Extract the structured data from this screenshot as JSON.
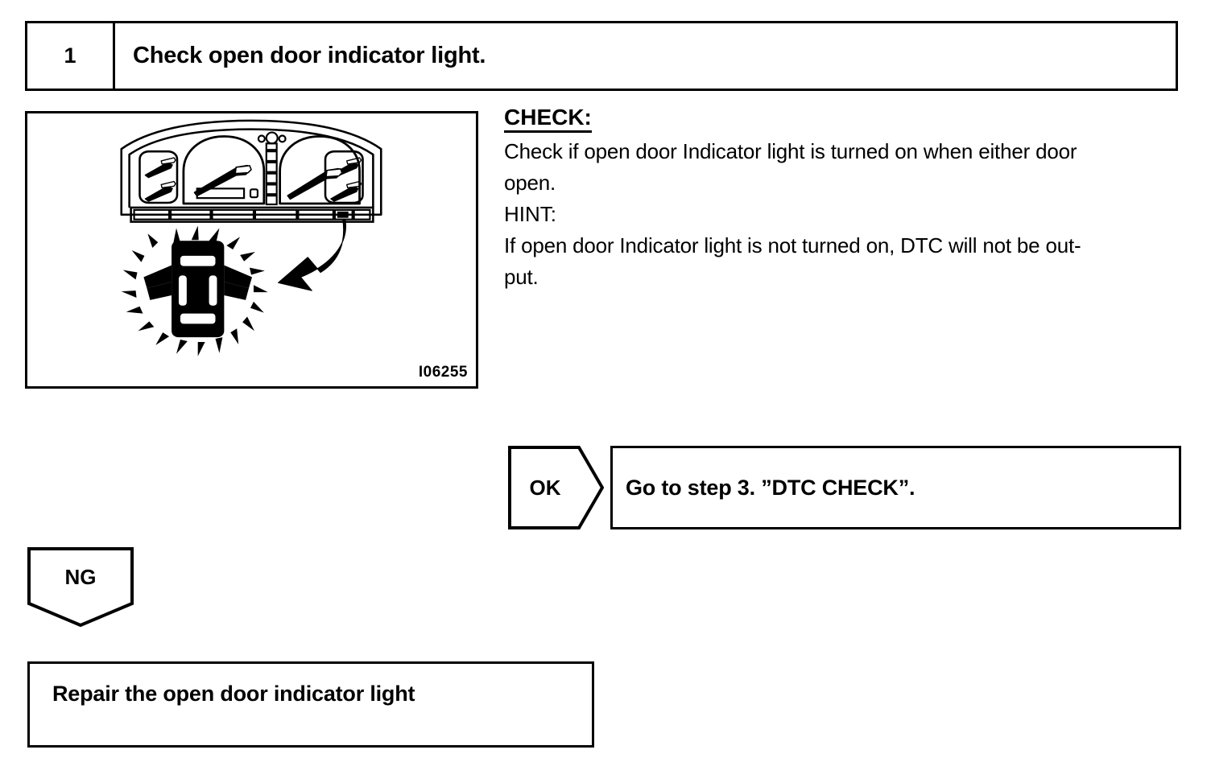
{
  "step": {
    "number": "1",
    "title": "Check open door indicator light."
  },
  "illustration": {
    "figure_code": "I06255",
    "subject": "instrument-cluster-with-open-door-indicator",
    "cluster_icon_name": "instrument-cluster-illustration",
    "indicator_icon_name": "open-door-indicator-icon",
    "callout_arrow_name": "callout-arrow"
  },
  "check": {
    "heading": "CHECK:",
    "lines": [
      "Check if open door Indicator light is turned on when either door",
      "open."
    ],
    "hint_heading": "HINT:",
    "hint_lines": [
      "If open door Indicator light is not turned on, DTC will not be out-",
      "put."
    ]
  },
  "branches": {
    "ok": {
      "badge": "OK",
      "result": "Go to step 3. ”DTC CHECK”."
    },
    "ng": {
      "badge": "NG",
      "result": "Repair the open door indicator light"
    }
  },
  "colors": {
    "ink": "#000000",
    "paper": "#ffffff"
  }
}
